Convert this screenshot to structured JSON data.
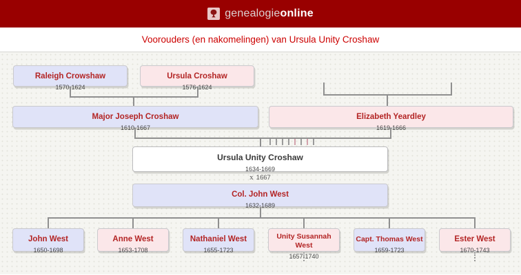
{
  "header": {
    "brand_prefix": "genealogie",
    "brand_suffix": "online"
  },
  "page": {
    "title": "Voorouders (en nakomelingen) van Ursula Unity Croshaw"
  },
  "tree": {
    "persons": [
      {
        "name": "Raleigh Crowshaw",
        "dates": "1570-1624",
        "gender": "male"
      },
      {
        "name": "Ursula Croshaw",
        "dates": "1576-1624",
        "gender": "female"
      },
      {
        "name": "Major Joseph Croshaw",
        "dates": "1610-1667",
        "gender": "male"
      },
      {
        "name": "Elizabeth Yeardley",
        "dates": "1619-1666",
        "gender": "female"
      },
      {
        "name": "Ursula Unity Croshaw",
        "dates": "1634-1669",
        "gender": "female"
      },
      {
        "name": "Col. John West",
        "dates": "1632-1689",
        "gender": "male"
      },
      {
        "name": "John West",
        "dates": "1650-1698",
        "gender": "male"
      },
      {
        "name": "Anne West",
        "dates": "1653-1708",
        "gender": "female"
      },
      {
        "name": "Nathaniel West",
        "dates": "1655-1723",
        "gender": "male"
      },
      {
        "name": "Unity Susannah West",
        "dates": "1657-1740",
        "gender": "female"
      },
      {
        "name": "Capt. Thomas West",
        "dates": "1659-1723",
        "gender": "male"
      },
      {
        "name": "Ester West",
        "dates": "1670-1743",
        "gender": "female"
      }
    ],
    "marriage": {
      "symbol": "x",
      "year": "1667"
    },
    "sibling_ticks": [
      "m",
      "m",
      "m",
      "m",
      "f",
      "m",
      "f",
      "m"
    ],
    "colors": {
      "header_red": "#990000",
      "title_red": "#cc0000",
      "link_red": "#b32424",
      "male_box": "#e0e3f8",
      "female_box": "#fbe7e9",
      "line_gray": "#8f8f8f"
    }
  }
}
